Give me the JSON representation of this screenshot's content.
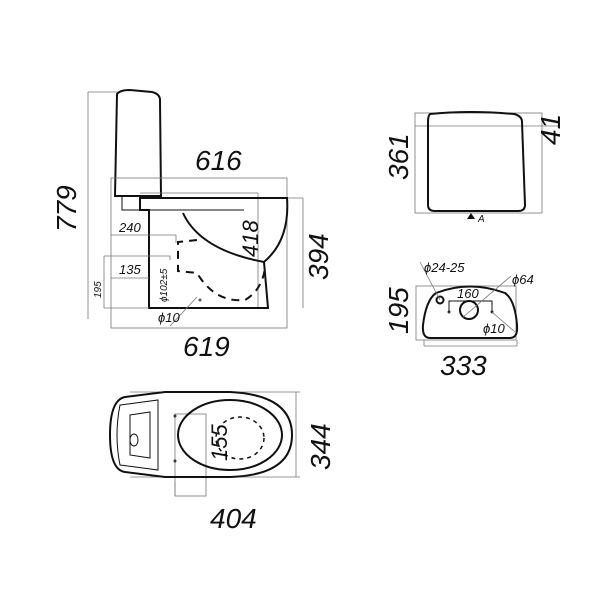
{
  "side_view": {
    "total_height": "779",
    "bowl_length": "616",
    "offset_240": "240",
    "seat_height": "418",
    "bowl_height": "394",
    "outlet_height": "195",
    "offset_135": "135",
    "outlet_diameter": "ϕ102±5",
    "fixing_hole": "ϕ10",
    "total_length": "619"
  },
  "tank_front_view": {
    "height": "361",
    "lid_height": "41",
    "view_marker": "A"
  },
  "tank_top_view": {
    "button_hole": "ϕ24-25",
    "flush_hole": "ϕ64",
    "hole_spacing": "160",
    "depth": "195",
    "width": "333",
    "fixing_hole": "ϕ10"
  },
  "top_view": {
    "fixing_spacing": "155",
    "width": "344",
    "length": "404"
  }
}
